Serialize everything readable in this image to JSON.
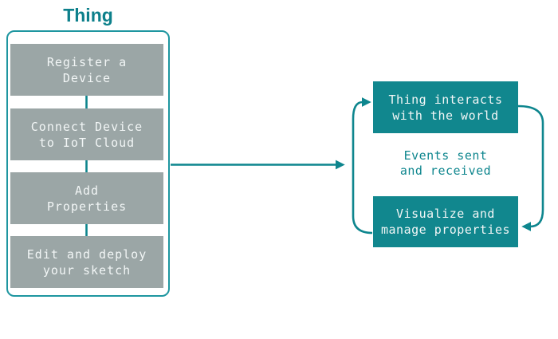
{
  "diagram": {
    "title": "Thing",
    "steps": [
      {
        "label": "Register a\nDevice"
      },
      {
        "label": "Connect Device\nto IoT Cloud"
      },
      {
        "label": "Add\nProperties"
      },
      {
        "label": "Edit and deploy\nyour sketch"
      }
    ],
    "cycle": {
      "top_box": "Thing interacts\nwith the world",
      "middle_label": "Events sent\nand received",
      "bottom_box": "Visualize and\nmanage properties"
    },
    "colors": {
      "teal": "#0e868e",
      "teal_fill": "#11878e",
      "step_gray": "#9ba6a6",
      "text_light": "#f2f6f6"
    }
  }
}
